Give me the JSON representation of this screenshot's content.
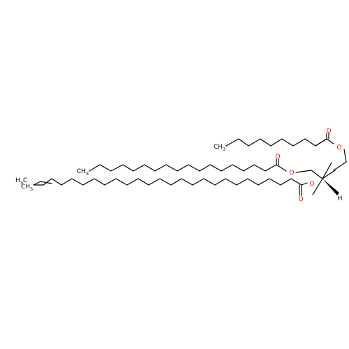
{
  "molecule": {
    "atoms": {
      "O": "O",
      "H": "H",
      "CH3": "CH",
      "sub3": "3",
      "H3C": "H",
      "sub3b": "3",
      "C_after_H3": "C"
    },
    "colors": {
      "bond": "#000000",
      "oxygen": "#ff0000",
      "carbon_label": "#000000"
    }
  }
}
